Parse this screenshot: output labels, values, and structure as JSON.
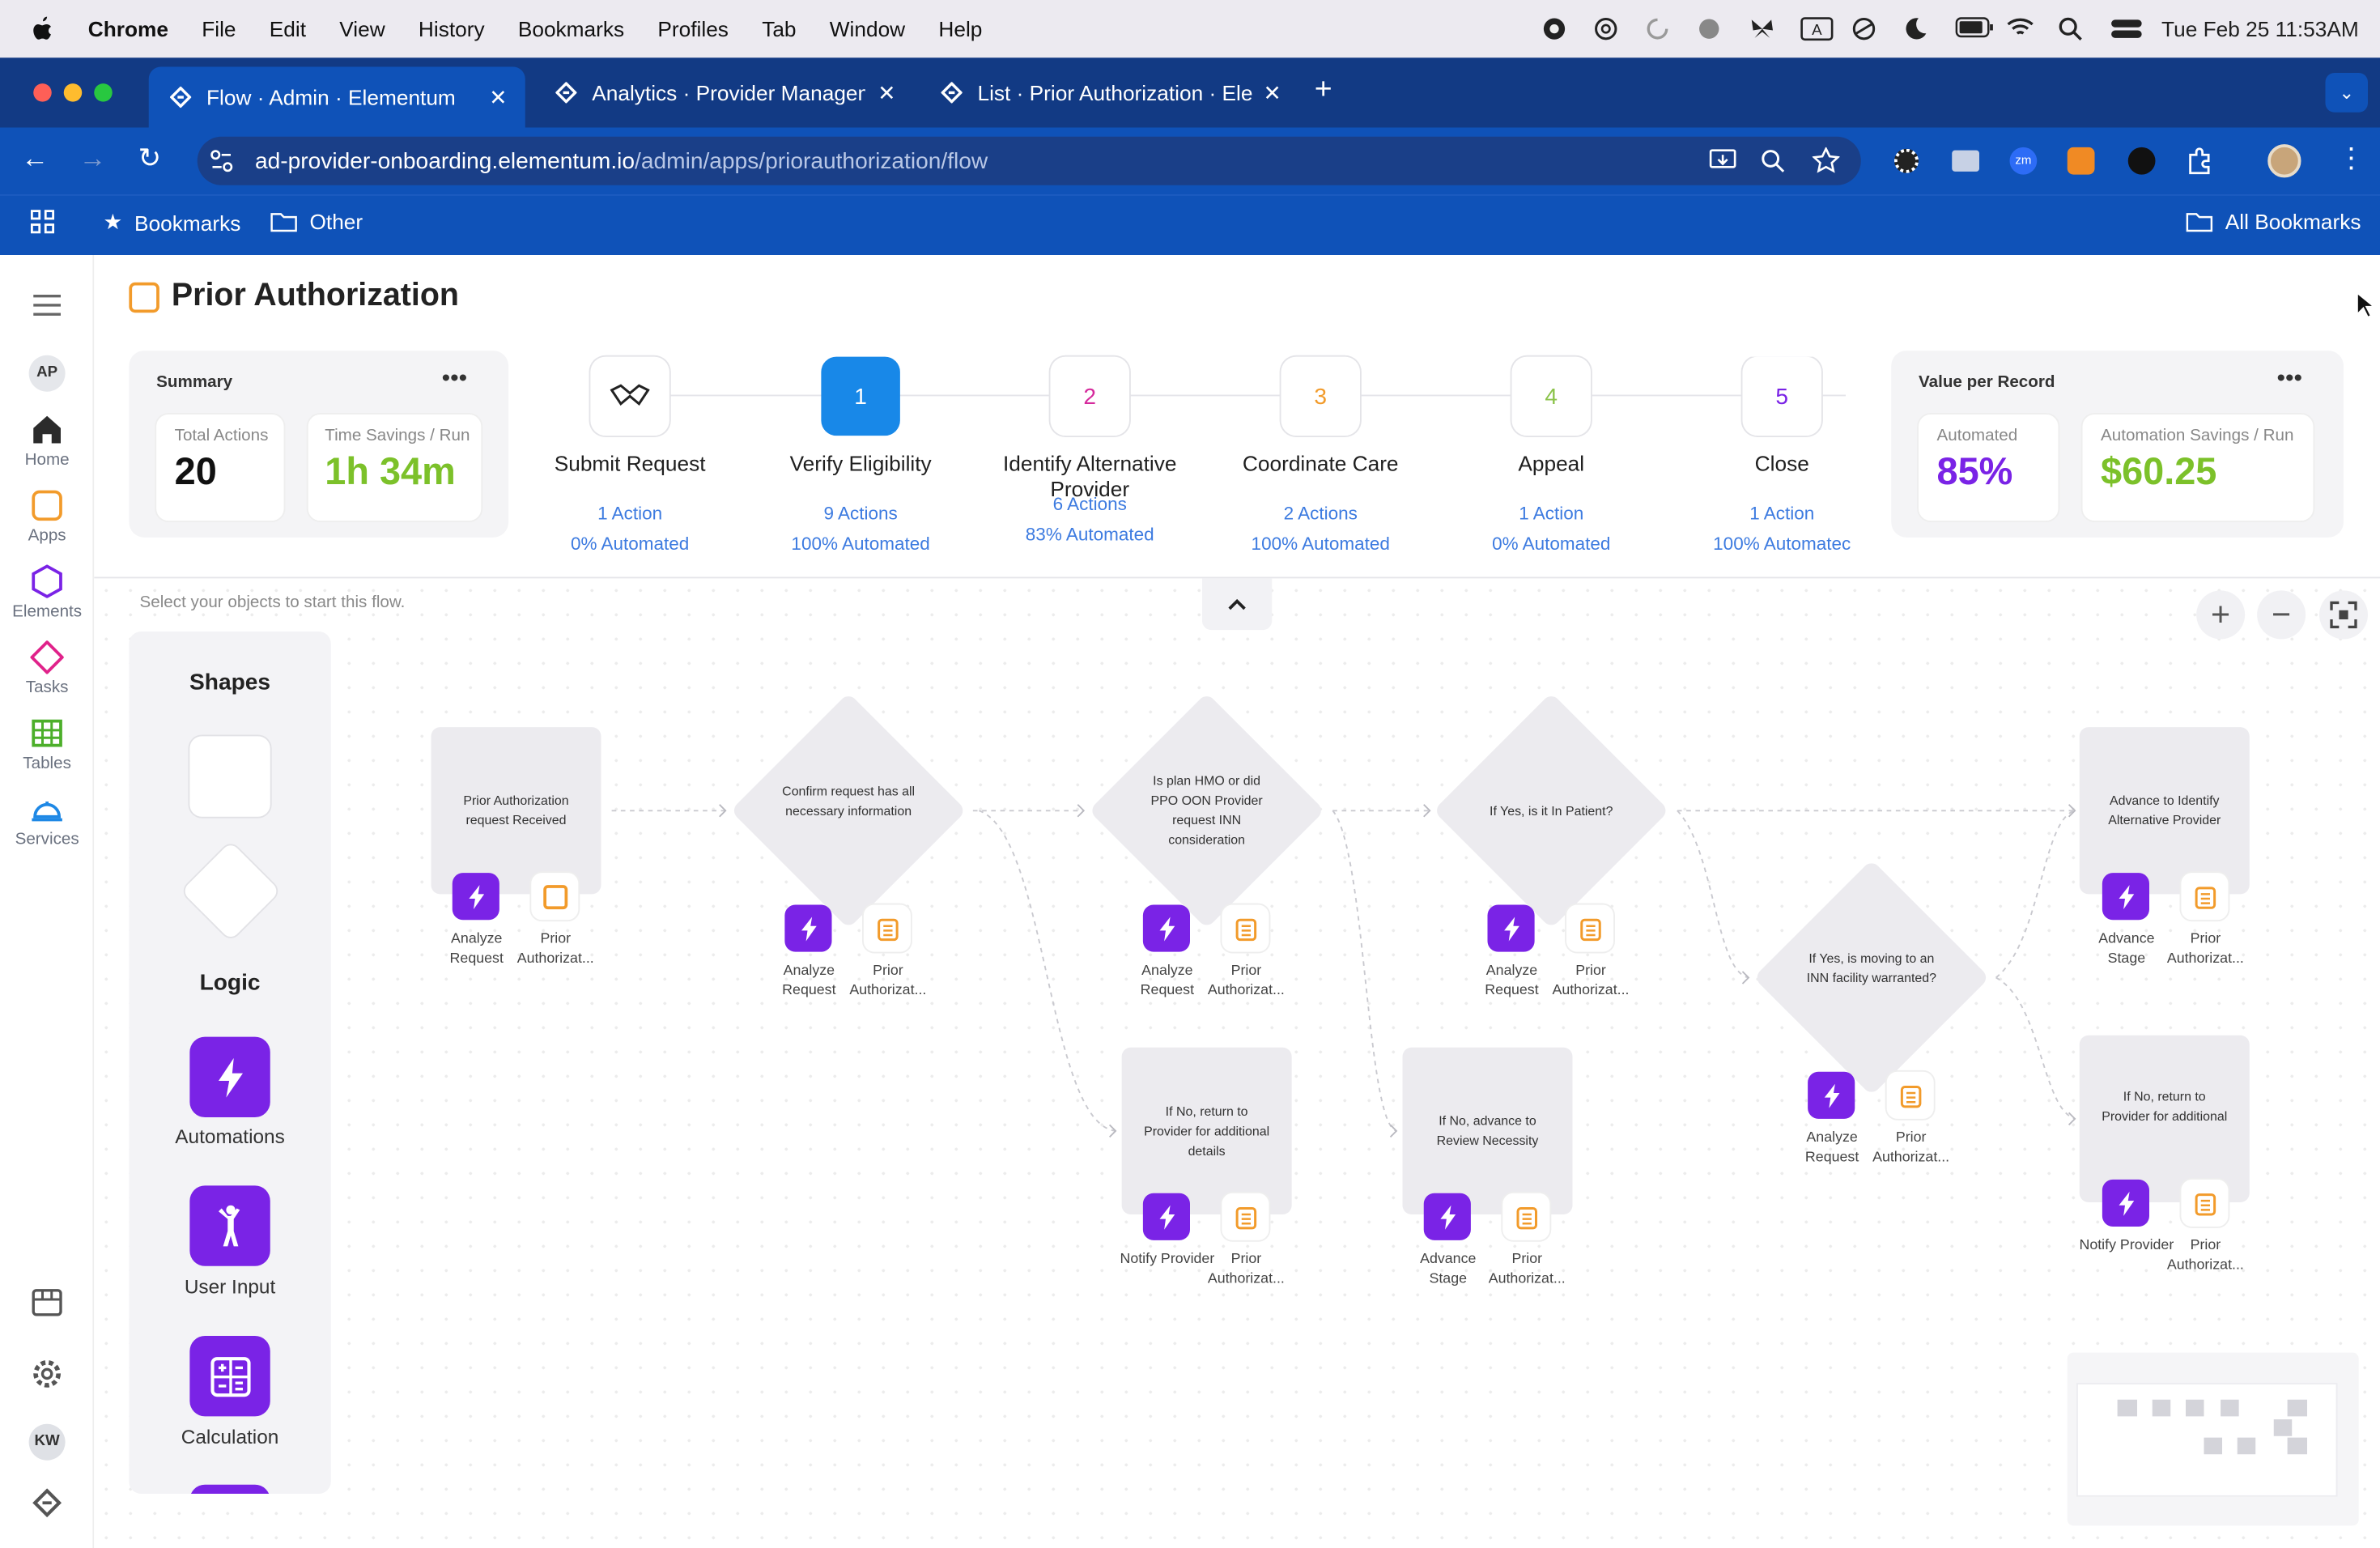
{
  "menubar": {
    "app": "Chrome",
    "items": [
      "File",
      "Edit",
      "View",
      "History",
      "Bookmarks",
      "Profiles",
      "Tab",
      "Window",
      "Help"
    ],
    "clock": "Tue Feb 25  11:53AM"
  },
  "browser": {
    "tabs": [
      {
        "label": "Flow · Admin · Elementum"
      },
      {
        "label": "Analytics · Provider Managem"
      },
      {
        "label": "List · Prior Authorization · Eler"
      }
    ],
    "url_host": "ad-provider-onboarding.elementum.io",
    "url_path": "/admin/apps/priorauthorization/flow",
    "bookmarks": [
      "Bookmarks",
      "Other"
    ],
    "all_bookmarks": "All Bookmarks"
  },
  "nav": {
    "avatar": "AP",
    "items": [
      {
        "label": "Home"
      },
      {
        "label": "Apps"
      },
      {
        "label": "Elements"
      },
      {
        "label": "Tasks"
      },
      {
        "label": "Tables"
      },
      {
        "label": "Services"
      }
    ],
    "user": "KW"
  },
  "page": {
    "title": "Prior Authorization"
  },
  "summary": {
    "title": "Summary",
    "total_label": "Total Actions",
    "total_value": "20",
    "savings_label": "Time Savings / Run",
    "savings_value": "1h 34m"
  },
  "value": {
    "title": "Value per Record",
    "automated_label": "Automated",
    "automated_value": "85%",
    "savings_label": "Automation Savings / Run",
    "savings_value": "$60.25"
  },
  "stages": [
    {
      "num": "",
      "name": "Submit Request",
      "actions": "1 Action",
      "automated": "0% Automated"
    },
    {
      "num": "1",
      "name": "Verify Eligibility",
      "actions": "9 Actions",
      "automated": "100% Automated"
    },
    {
      "num": "2",
      "name": "Identify Alternative Provider",
      "actions": "6 Actions",
      "automated": "83% Automated"
    },
    {
      "num": "3",
      "name": "Coordinate Care",
      "actions": "2 Actions",
      "automated": "100% Automated"
    },
    {
      "num": "4",
      "name": "Appeal",
      "actions": "1 Action",
      "automated": "0% Automated"
    },
    {
      "num": "5",
      "name": "Close",
      "actions": "1 Action",
      "automated": "100% Automatec"
    }
  ],
  "canvas": {
    "hint": "Select your objects to start this flow."
  },
  "palette": {
    "shapes_title": "Shapes",
    "logic_title": "Logic",
    "tools": [
      "Automations",
      "User Input",
      "Calculation"
    ]
  },
  "nodes": {
    "n1": "Prior Authorization request Received",
    "n2": "Confirm request has all necessary information",
    "n3": "Is plan HMO or did PPO OON Provider request INN consideration",
    "n4": "If Yes, is it In Patient?",
    "n5": "Advance to Identify Alternative Provider",
    "n6": "If Yes, is moving to an INN facility warranted?",
    "n7": "If No, return to Provider for additional details",
    "n8": "If No, advance to Review Necessity",
    "n9": "If No, return to Provider for additional"
  },
  "icon_labels": {
    "analyze": "Analyze Request",
    "prior": "Prior Authorizat...",
    "notify": "Notify Provider",
    "advance": "Advance Stage"
  }
}
